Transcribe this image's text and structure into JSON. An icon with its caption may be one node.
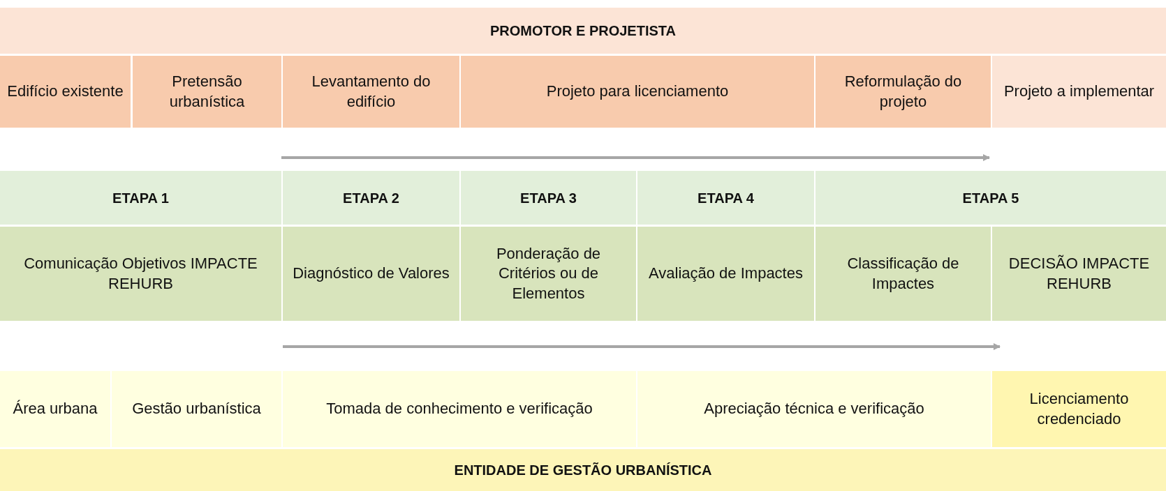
{
  "diagram": {
    "nodes": [
      {
        "text": [
          "PROMOTOR E PROJETISTA"
        ]
      },
      {
        "text": [
          "Edifício existente"
        ]
      },
      {
        "text": [
          "Pretensão urbanística"
        ]
      },
      {
        "text": [
          "Levantamento do edifício"
        ]
      },
      {
        "text": [
          "Projeto para licenciamento"
        ]
      },
      {
        "text": [
          "Reformulação do projeto"
        ]
      },
      {
        "text": [
          "Projeto a implementar"
        ]
      },
      {
        "text": [
          "ETAPA 1"
        ]
      },
      {
        "text": [
          "ETAPA 2"
        ]
      },
      {
        "text": [
          "ETAPA 3"
        ]
      },
      {
        "text": [
          "ETAPA 4"
        ]
      },
      {
        "text": [
          "ETAPA 5"
        ]
      },
      {
        "text": [
          "Comunicação Objetivos IMPACTE REHURB"
        ]
      },
      {
        "text": [
          "Diagnóstico de Valores"
        ]
      },
      {
        "text": [
          "Ponderação de Critérios ou de Elementos"
        ]
      },
      {
        "text": [
          "Avaliação de Impactes"
        ]
      },
      {
        "text": [
          "Classificação de Impactes"
        ]
      },
      {
        "text": [
          "DECISÃO IMPACTE REHURB"
        ]
      },
      {
        "text": [
          "Área urbana"
        ]
      },
      {
        "text": [
          "Gestão urbanística"
        ]
      },
      {
        "text": [
          "Tomada de conhecimento e verificação"
        ]
      },
      {
        "text": [
          "Apreciação técnica e verificação"
        ]
      },
      {
        "text": [
          "Licenciamento credenciado"
        ]
      },
      {
        "text": [
          "ENTIDADE DE GESTÃO URBANÍSTICA"
        ]
      }
    ]
  }
}
